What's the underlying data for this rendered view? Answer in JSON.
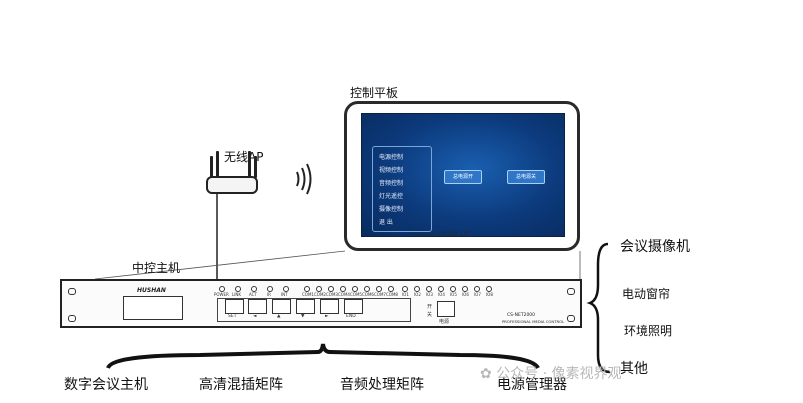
{
  "tablet": {
    "title": "控制平板",
    "menu": [
      "电源控制",
      "视频控制",
      "音频控制",
      "灯光遥控",
      "摄像控制",
      "退 出"
    ],
    "buttons": [
      "总电源开",
      "总电源关"
    ],
    "brand": "HUSHAN 沪善智能工程"
  },
  "ap": {
    "label": "无线AP"
  },
  "controller": {
    "label": "中控主机",
    "brand": "HUSHAN",
    "indicators_left": [
      "POWER",
      "LINK",
      "ACT",
      "IR",
      "INT"
    ],
    "indicators_com": [
      "COM1",
      "COM2",
      "COM3",
      "COM4",
      "COM5",
      "COM6",
      "COM7",
      "COM8"
    ],
    "indicators_io": [
      "IO1",
      "IO2",
      "IO3",
      "IO4",
      "IO5",
      "IO6",
      "IO7",
      "IO8"
    ],
    "keys": [
      "SET",
      "◄",
      "▲",
      "▼",
      "►",
      "END"
    ],
    "power_label": "电源",
    "power_on": "开",
    "power_off": "关",
    "model": "CS-NET2000",
    "subtitle": "PROFESSIONAL MEDIA CONTROL"
  },
  "bottom_labels": [
    "数字会议主机",
    "高清混插矩阵",
    "音频处理矩阵",
    "电源管理器"
  ],
  "right_labels": [
    "会议摄像机",
    "电动窗帘",
    "环境照明",
    "其他"
  ],
  "watermark": "公众号 · 像素视界观"
}
